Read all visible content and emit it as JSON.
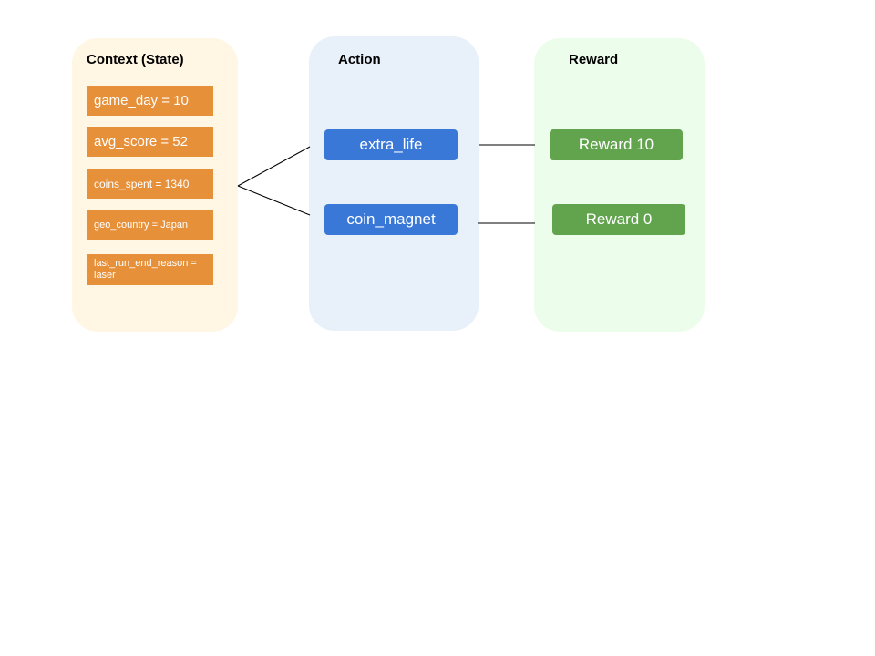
{
  "context": {
    "title": "Context (State)",
    "features": [
      "game_day = 10",
      "avg_score = 52",
      "coins_spent = 1340",
      "geo_country = Japan",
      "last_run_end_reason = laser"
    ]
  },
  "action": {
    "title": "Action",
    "items": [
      "extra_life",
      "coin_magnet"
    ]
  },
  "reward": {
    "title": "Reward",
    "items": [
      "Reward 10",
      "Reward 0"
    ]
  },
  "colors": {
    "context_panel": "#fff6e4",
    "action_panel": "#e8f0fa",
    "reward_panel": "#edfdeb",
    "feature_box": "#e6903a",
    "action_pill": "#3a78d8",
    "reward_pill": "#62a44e"
  }
}
